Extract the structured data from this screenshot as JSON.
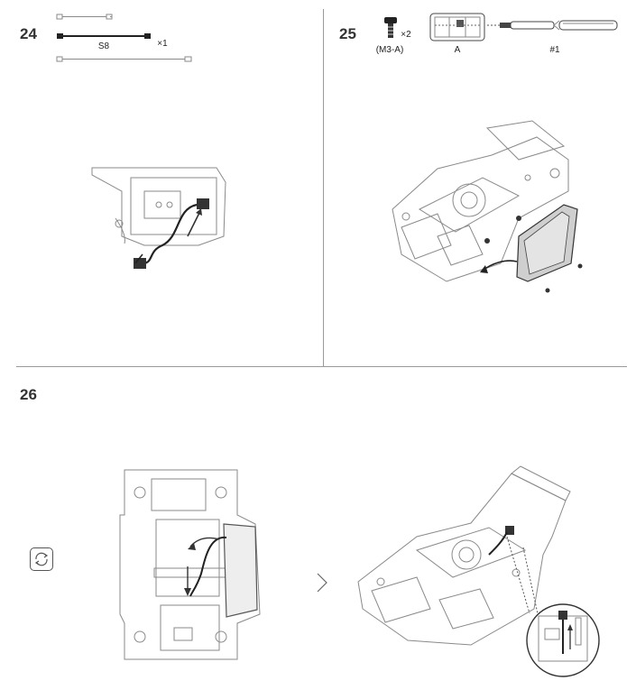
{
  "steps": {
    "step24": {
      "number": "24",
      "cable_label": "S8",
      "quantity": "×1"
    },
    "step25": {
      "number": "25",
      "screw_quantity": "×2",
      "screw_code": "(M3-A)",
      "tool_a_label": "A",
      "screwdriver_label": "#1"
    },
    "step26": {
      "number": "26"
    }
  },
  "icons": {
    "rotate": "rotate-icon",
    "next": "chevron-right-icon"
  }
}
